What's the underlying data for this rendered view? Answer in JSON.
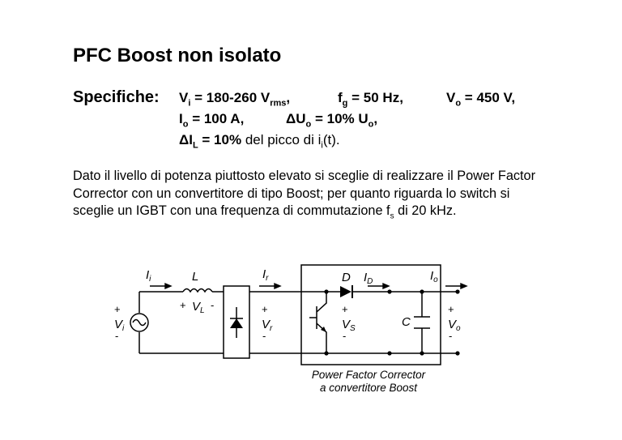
{
  "title": "PFC Boost non isolato",
  "specs": {
    "heading": "Specifiche:",
    "vi": {
      "sym": "V",
      "sub": "i",
      "eq": " = 180-260 V",
      "unit_sub": "rms",
      "tail": ","
    },
    "fg": {
      "sym": "f",
      "sub": "g",
      "eq": " = 50 Hz,"
    },
    "vo": {
      "sym": "V",
      "sub": "o",
      "eq": " = 450 V,"
    },
    "io": {
      "sym": "I",
      "sub": "o",
      "eq": " = 100 A,"
    },
    "duo": {
      "sym": "ΔU",
      "sub": "o",
      "eq": " = 10% U",
      "sub2": "o",
      "tail": ","
    },
    "dil": {
      "sym": "ΔI",
      "sub": "L",
      "eq": " = 10%",
      "rest": " del picco di i",
      "rest_sub": "i",
      "rest_tail": "(t)."
    }
  },
  "paragraph": {
    "text": "Dato il livello di potenza piuttosto elevato si sceglie di realizzare il Power Factor Corrector con un convertitore di tipo Boost; per quanto riguarda lo switch si sceglie un IGBT con una frequenza di commutazione f",
    "sub": "s",
    "tail": " di 20 kHz."
  },
  "circuit": {
    "ii": "I",
    "ii_sub": "i",
    "l": "L",
    "ir": "I",
    "ir_sub": "r",
    "d": "D",
    "id": "I",
    "id_sub": "D",
    "io": "I",
    "io_sub": "o",
    "plus": "+",
    "minus": "-",
    "vl": "V",
    "vl_sub": "L",
    "vi": "V",
    "vi_sub": "i",
    "vr": "V",
    "vr_sub": "r",
    "vs": "V",
    "vs_sub": "S",
    "c": "C",
    "vo": "V",
    "vo_sub": "o",
    "caption_line1": "Power Factor Corrector",
    "caption_line2": "a convertitore Boost"
  }
}
